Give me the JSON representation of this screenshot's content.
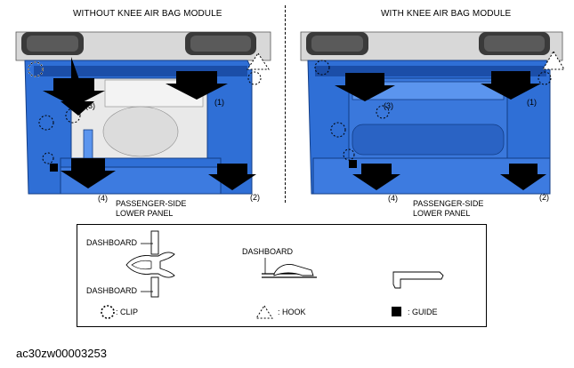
{
  "left_title": "WITHOUT KNEE AIR BAG MODULE",
  "right_title": "WITH KNEE AIR BAG MODULE",
  "left_callouts": [
    "(1)",
    "(2)",
    "(3)",
    "(4)"
  ],
  "right_callouts": [
    "(1)",
    "(2)",
    "(3)",
    "(4)"
  ],
  "left_panel_label": [
    "PASSENGER-SIDE",
    "LOWER PANEL"
  ],
  "right_panel_label": [
    "PASSENGER-SIDE",
    "LOWER PANEL"
  ],
  "legend": {
    "dashboard_top": "DASHBOARD",
    "dashboard_bottom": "DASHBOARD",
    "dashboard_mid": "DASHBOARD",
    "clip_label": ": CLIP",
    "hook_label": ": HOOK",
    "guide_label": ": GUIDE"
  },
  "figure_code": "ac30zw00003253",
  "colors": {
    "panel_blue": "#2f6fd6",
    "panel_dark": "#1b4ea8",
    "arrow": "#000000"
  }
}
